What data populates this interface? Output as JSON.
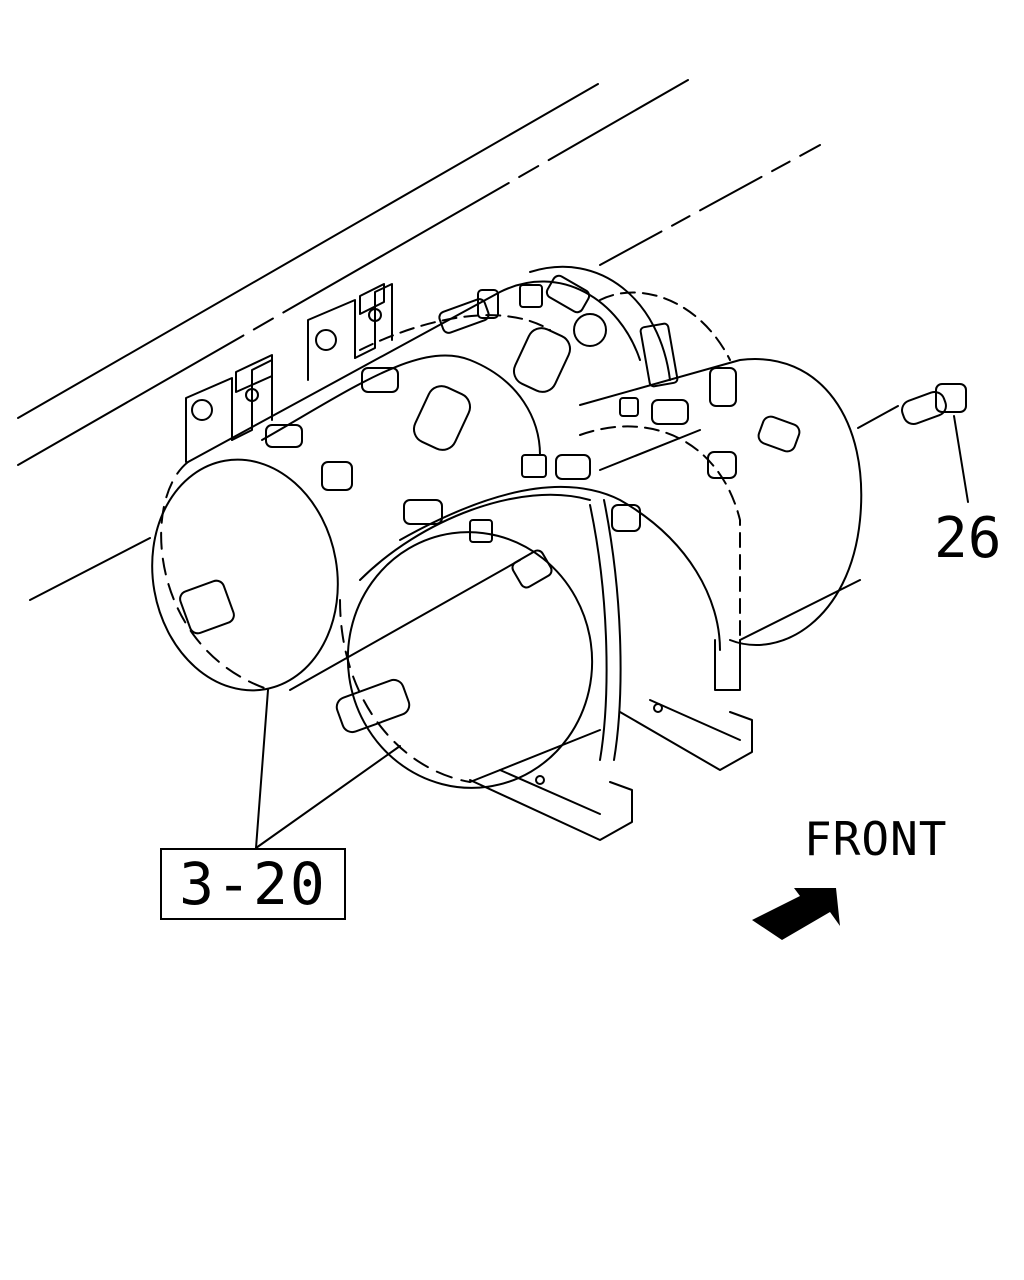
{
  "diagram": {
    "reference_box": "3-20",
    "callout_part": "26",
    "direction_label": "FRONT"
  },
  "colors": {
    "line": "#000000",
    "background": "#ffffff"
  }
}
